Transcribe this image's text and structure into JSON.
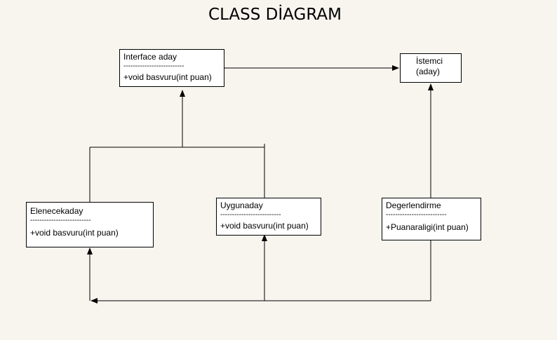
{
  "title": "CLASS DİAGRAM",
  "classes": {
    "interface_aday": {
      "name": "Interface aday",
      "separator": "--------------------------",
      "method": "+void basvuru(int puan)"
    },
    "istemci": {
      "line1": "İstemci",
      "line2": "(aday)"
    },
    "elenecekaday": {
      "name": "Elenecekaday",
      "separator": "--------------------------",
      "method": "+void basvuru(int puan)"
    },
    "uygunaday": {
      "name": "Uygunaday",
      "separator": "--------------------------",
      "method": "+void basvuru(int puan)"
    },
    "degerlendirme": {
      "name": "Degerlendirme",
      "separator": "--------------------------",
      "method": "+Puanaraligi(int puan)"
    }
  },
  "colors": {
    "background": "#f8f5ef",
    "box_fill": "#ffffff",
    "line": "#000000"
  }
}
